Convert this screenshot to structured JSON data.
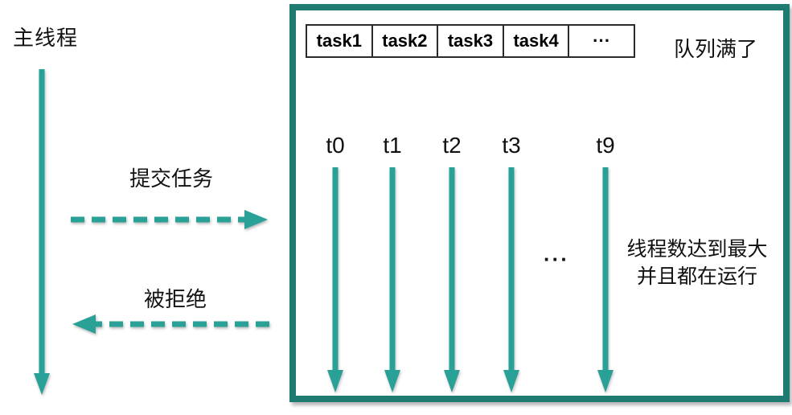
{
  "colors": {
    "accent_teal": "#2aa197",
    "box_border_teal": "#1f7a72",
    "text": "#111111",
    "queue_border": "#2b2b2b"
  },
  "main_thread": {
    "label": "主线程"
  },
  "interactions": {
    "submit_label": "提交任务",
    "reject_label": "被拒绝"
  },
  "pool": {
    "queue": {
      "cells": [
        "task1",
        "task2",
        "task3",
        "task4",
        "···"
      ],
      "status_label": "队列满了"
    },
    "threads": [
      {
        "label": "t0"
      },
      {
        "label": "t1"
      },
      {
        "label": "t2"
      },
      {
        "label": "t3"
      },
      {
        "label": "t9"
      }
    ],
    "threads_ellipsis": "···",
    "note": "线程数达到最大\n并且都在运行"
  },
  "icons": {
    "main_thread_arrow": "down-arrow",
    "submit_arrow": "dashed-right-arrow",
    "reject_arrow": "dashed-left-arrow",
    "thread_arrow": "down-arrow"
  }
}
